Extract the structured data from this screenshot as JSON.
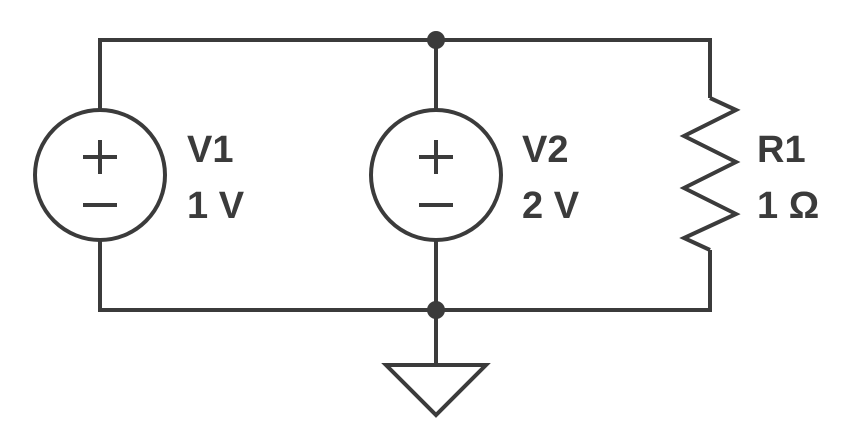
{
  "diagram": {
    "type": "circuit-schematic",
    "colors": {
      "stroke": "#3b3b3b",
      "background": "#ffffff"
    },
    "components": [
      {
        "id": "v1",
        "kind": "voltage-source",
        "name": "V1",
        "value": "1 V"
      },
      {
        "id": "v2",
        "kind": "voltage-source",
        "name": "V2",
        "value": "2 V"
      },
      {
        "id": "r1",
        "kind": "resistor",
        "name": "R1",
        "value": "1 Ω"
      }
    ],
    "ground": {
      "kind": "ground-symbol"
    }
  }
}
